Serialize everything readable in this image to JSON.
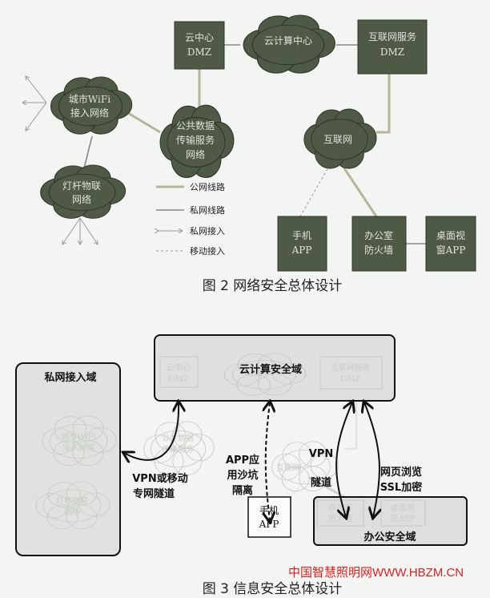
{
  "fig2": {
    "cloud_dmz": [
      "云中心",
      "DMZ"
    ],
    "cloud_center": "云计算中心",
    "internet_dmz": [
      "互联网服务",
      "DMZ"
    ],
    "city_wifi": [
      "城市WiFi",
      "接入网络"
    ],
    "public_data": [
      "公共数据",
      "传输服务",
      "网络"
    ],
    "lamp_iot": [
      "灯杆物联",
      "网络"
    ],
    "internet": "互联网",
    "mobile_app": [
      "手机",
      "APP"
    ],
    "office_firewall": [
      "办公室",
      "防火墙"
    ],
    "desktop_app": [
      "桌面视",
      "窗APP"
    ],
    "legend": [
      "公网线路",
      "私网线路",
      "私网接入",
      "移动接入"
    ],
    "caption": "图 2 网络安全总体设计"
  },
  "fig3": {
    "cloud_domain": "云计算安全域",
    "private_domain": "私网接入域",
    "office_domain": "办公安全域",
    "mobile_app": [
      "手机",
      "APP"
    ],
    "faint": {
      "cloud_dmz": [
        "云中心",
        "DMZ"
      ],
      "internet_dmz": [
        "互联网服务",
        "DMZ"
      ],
      "city_wifi": [
        "城市WiFi",
        "接入网络"
      ],
      "lamp_iot": [
        "灯杆物联",
        "网络"
      ],
      "public_data": [
        "公共数据",
        "传输服务"
      ],
      "internet": "互联网",
      "office_firewall": [
        "办公室",
        "防火墙"
      ],
      "desktop": [
        "桌面视",
        "窗APP"
      ]
    },
    "vpn_mobile": [
      "VPN或移动",
      "专网隧道"
    ],
    "app_sandbox": [
      "APP应",
      "用沙坑",
      "隔离"
    ],
    "vpn_tunnel": [
      "VPN",
      "隧道"
    ],
    "ssl": [
      "网页浏览",
      "SSL加密"
    ],
    "caption": "图 3 信息安全总体设计"
  },
  "watermark": "中国智慧照明网WWW.HBZM.CN",
  "colors": {
    "dark_node": "#4e5946",
    "watermark": "#e02020"
  }
}
